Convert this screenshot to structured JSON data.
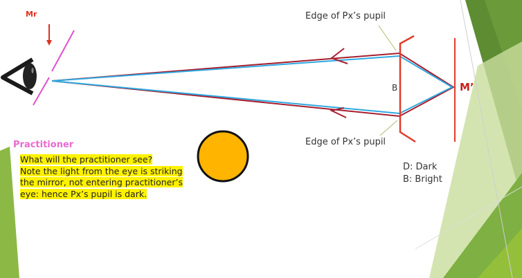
{
  "slide": {
    "labels": {
      "mirror": "Mr",
      "edge_top": "Edge of Px’s pupil",
      "edge_bottom": "Edge of Px’s pupil",
      "bright_marker": "B",
      "image_point": "M’",
      "practitioner": "Practitioner"
    },
    "legend": {
      "dark": "D: Dark",
      "bright": "B: Bright"
    },
    "note": {
      "lines": [
        "What will the practitioner see?",
        "Note the light from the eye is striking",
        "the mirror, not entering practitioner’s",
        "eye: hence Px’s pupil is dark."
      ]
    },
    "colors": {
      "ray_red": "#a51d2d",
      "ray_blue": "#2ea8e0",
      "pupil_red": "#e03a2a",
      "mirror_pink": "#e04fd0",
      "pupil_disc": "#ffb400",
      "highlight": "#fff200",
      "green_dark": "#5b8a2f",
      "green_light": "#8dbb45"
    }
  }
}
